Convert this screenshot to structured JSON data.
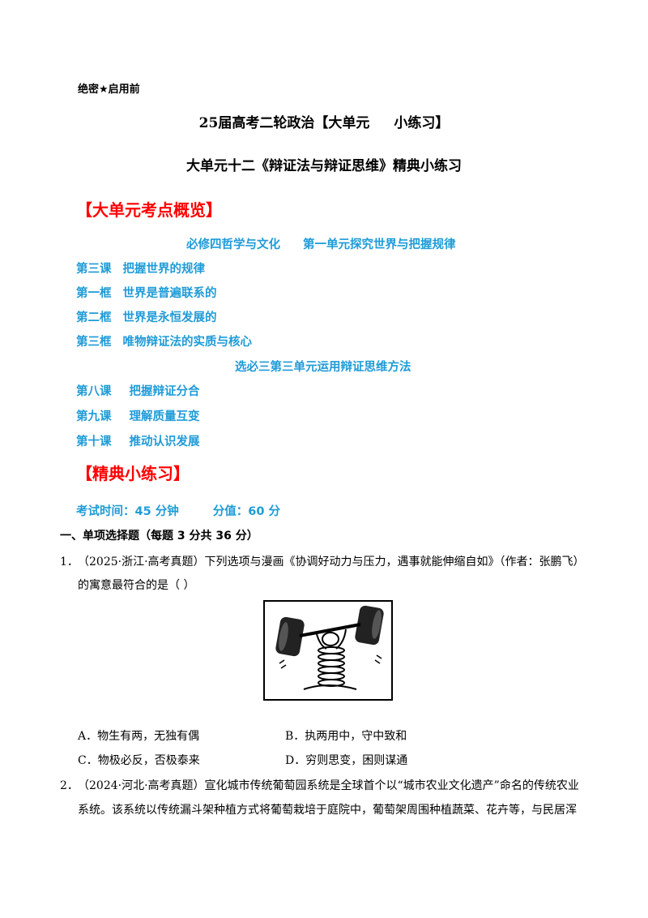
{
  "header": {
    "secret_label": "绝密★启用前",
    "title_part1": "25届高考二轮政治【大单元",
    "title_part2": "小练习】",
    "subtitle": "大单元十二《辩证法与辩证思维》精典小练习"
  },
  "overview": {
    "heading": "【大单元考点概览】",
    "module1": {
      "book": "必修四哲学与文化",
      "unit": "第一单元探究世界与把握规律"
    },
    "lesson3": {
      "num": "第三课",
      "name": "把握世界的规律"
    },
    "frames": [
      {
        "num": "第一框",
        "name": "世界是普遍联系的"
      },
      {
        "num": "第二框",
        "name": "世界是永恒发展的"
      },
      {
        "num": "第三框",
        "name": "唯物辩证法的实质与核心"
      }
    ],
    "module2": "选必三第三单元运用辩证思维方法",
    "lessons": [
      {
        "num": "第八课",
        "name": "把握辩证分合"
      },
      {
        "num": "第九课",
        "name": "理解质量互变"
      },
      {
        "num": "第十课",
        "name": "推动认识发展"
      }
    ]
  },
  "practice": {
    "heading": "【精典小练习】",
    "exam_time": "考试时间：45 分钟",
    "score": "分值：60 分"
  },
  "section1": {
    "title": "一、单项选择题（每题 3 分共 36 分）"
  },
  "q1": {
    "number": "1．",
    "line1": "（2025·浙江·高考真题）下列选项与漫画《协调好动力与压力，遇事就能伸缩自如》（作者：张鹏飞）",
    "line2": "的寓意最符合的是（    ）",
    "figure_name": "漫画：举杠铃的弹簧",
    "options": [
      {
        "label": "A．物生有两，无独有偶"
      },
      {
        "label": "B．执两用中，守中致和"
      },
      {
        "label": "C．物极必反，否极泰来"
      },
      {
        "label": "D．穷则思变，困则谋通"
      }
    ]
  },
  "q2": {
    "number": "2．",
    "line1": "（2024·河北·高考真题）宣化城市传统葡萄园系统是全球首个以“城市农业文化遗产”命名的传统农业",
    "line2": "系统。该系统以传统漏斗架种植方式将葡萄栽培于庭院中，葡萄架周围种植蔬菜、花卉等，与民居浑"
  }
}
